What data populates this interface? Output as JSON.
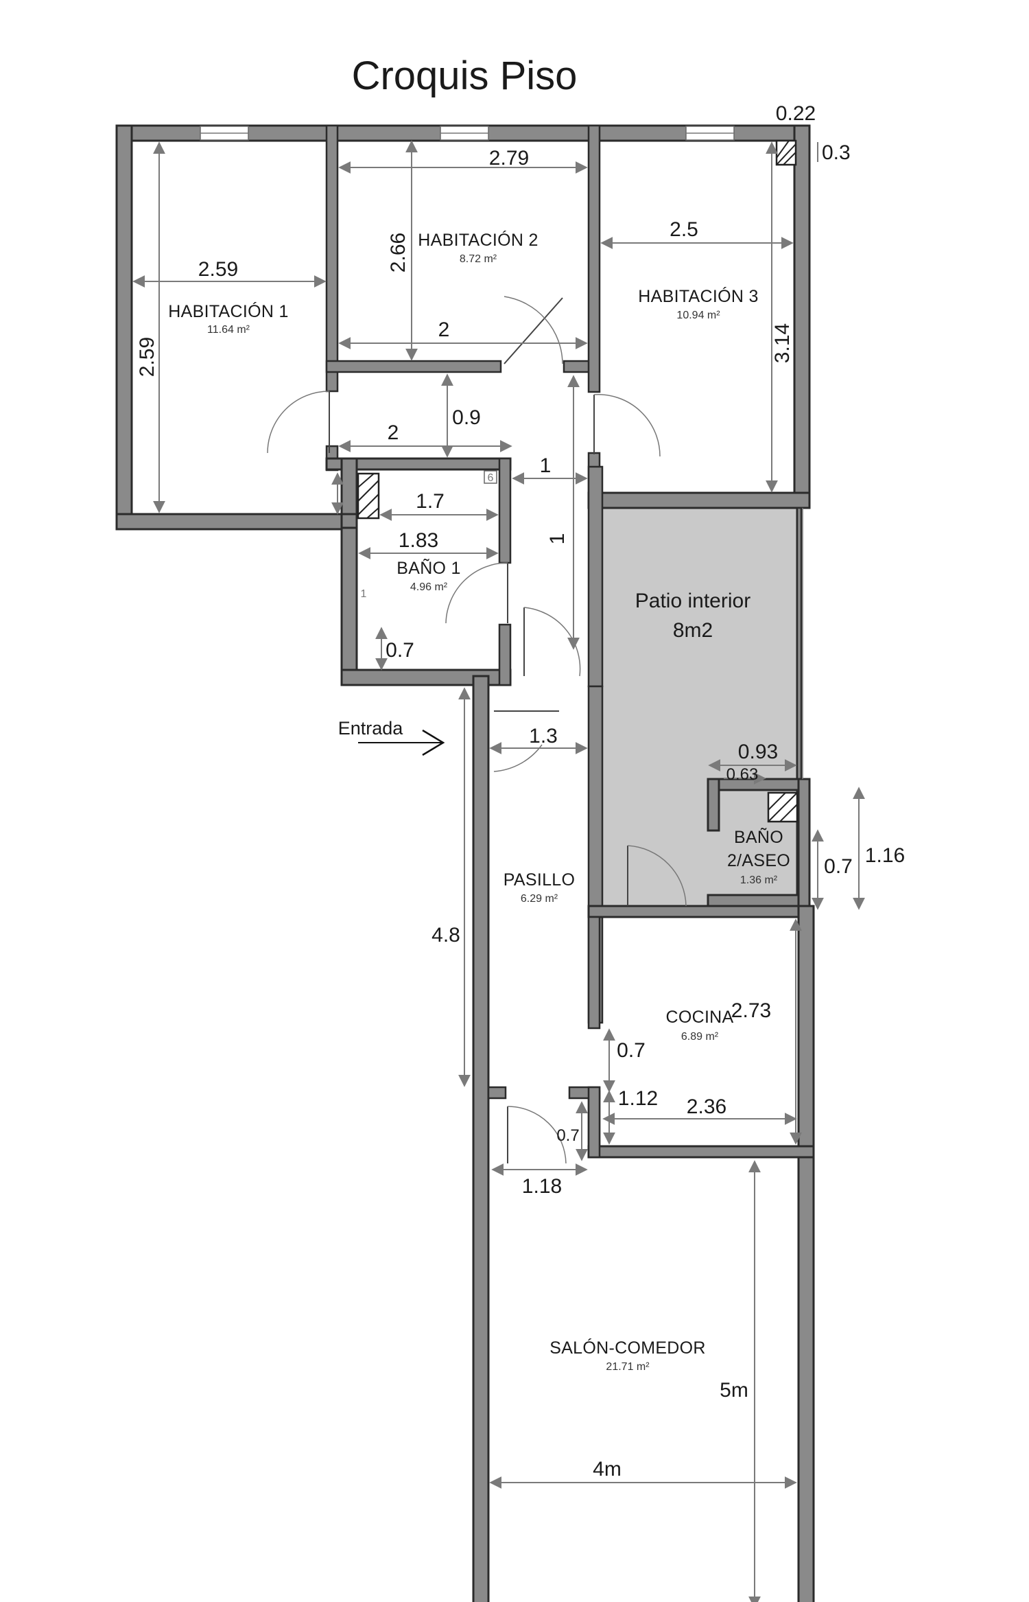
{
  "title": "Croquis Piso",
  "entry_label": "Entrada",
  "rooms": [
    {
      "name": "HABITACIÓN 1",
      "area": "11.64 m²"
    },
    {
      "name": "HABITACIÓN 2",
      "area": "8.72 m²"
    },
    {
      "name": "HABITACIÓN 3",
      "area": "10.94 m²"
    },
    {
      "name": "BAÑO 1",
      "area": "4.96 m²"
    },
    {
      "name_line1": "BAÑO",
      "name_line2": "2/ASEO",
      "area": "1.36 m²"
    },
    {
      "name": "PASILLO",
      "area": "6.29 m²"
    },
    {
      "name": "COCINA",
      "area": "6.89 m²"
    },
    {
      "name": "SALÓN-COMEDOR",
      "area": "21.71 m²"
    }
  ],
  "patio": {
    "line1": "Patio interior",
    "line2": "8m2"
  },
  "dimensions": {
    "top_corner_width": "0.22",
    "top_corner_depth": "0.3",
    "hab1_width": "2.59",
    "hab1_length": "2.59",
    "hab2_width_top": "2.79",
    "hab2_height": "2.66",
    "hab2_width_bottom": "2",
    "hab3_width": "2.5",
    "hab3_length": "3.14",
    "corridor_width": "2",
    "corridor_depth": "0.9",
    "passage_width": "1",
    "passage_length": "1",
    "bano1_width_top": "1.7",
    "bano1_width": "1.83",
    "bano1_depth_small": "0.7",
    "entry_width": "1.3",
    "bano2_outer_width": "0.93",
    "bano2_inner_width": "0.63",
    "bano2_depth": "0.7",
    "bano2_outer_depth": "1.16",
    "pasillo_length": "4.8",
    "cocina_length": "2.73",
    "cocina_door": "0.7",
    "cocina_offset": "1.12",
    "cocina_width": "2.36",
    "salon_door": "0.7",
    "salon_door_width": "1.18",
    "salon_length": "5m",
    "salon_width": "4m"
  },
  "shaft_number": "6",
  "small_mark": "1",
  "colors": {
    "wall": "#8a8a8a",
    "patio": "#c9c9c9",
    "dimension": "#7a7a7a"
  }
}
